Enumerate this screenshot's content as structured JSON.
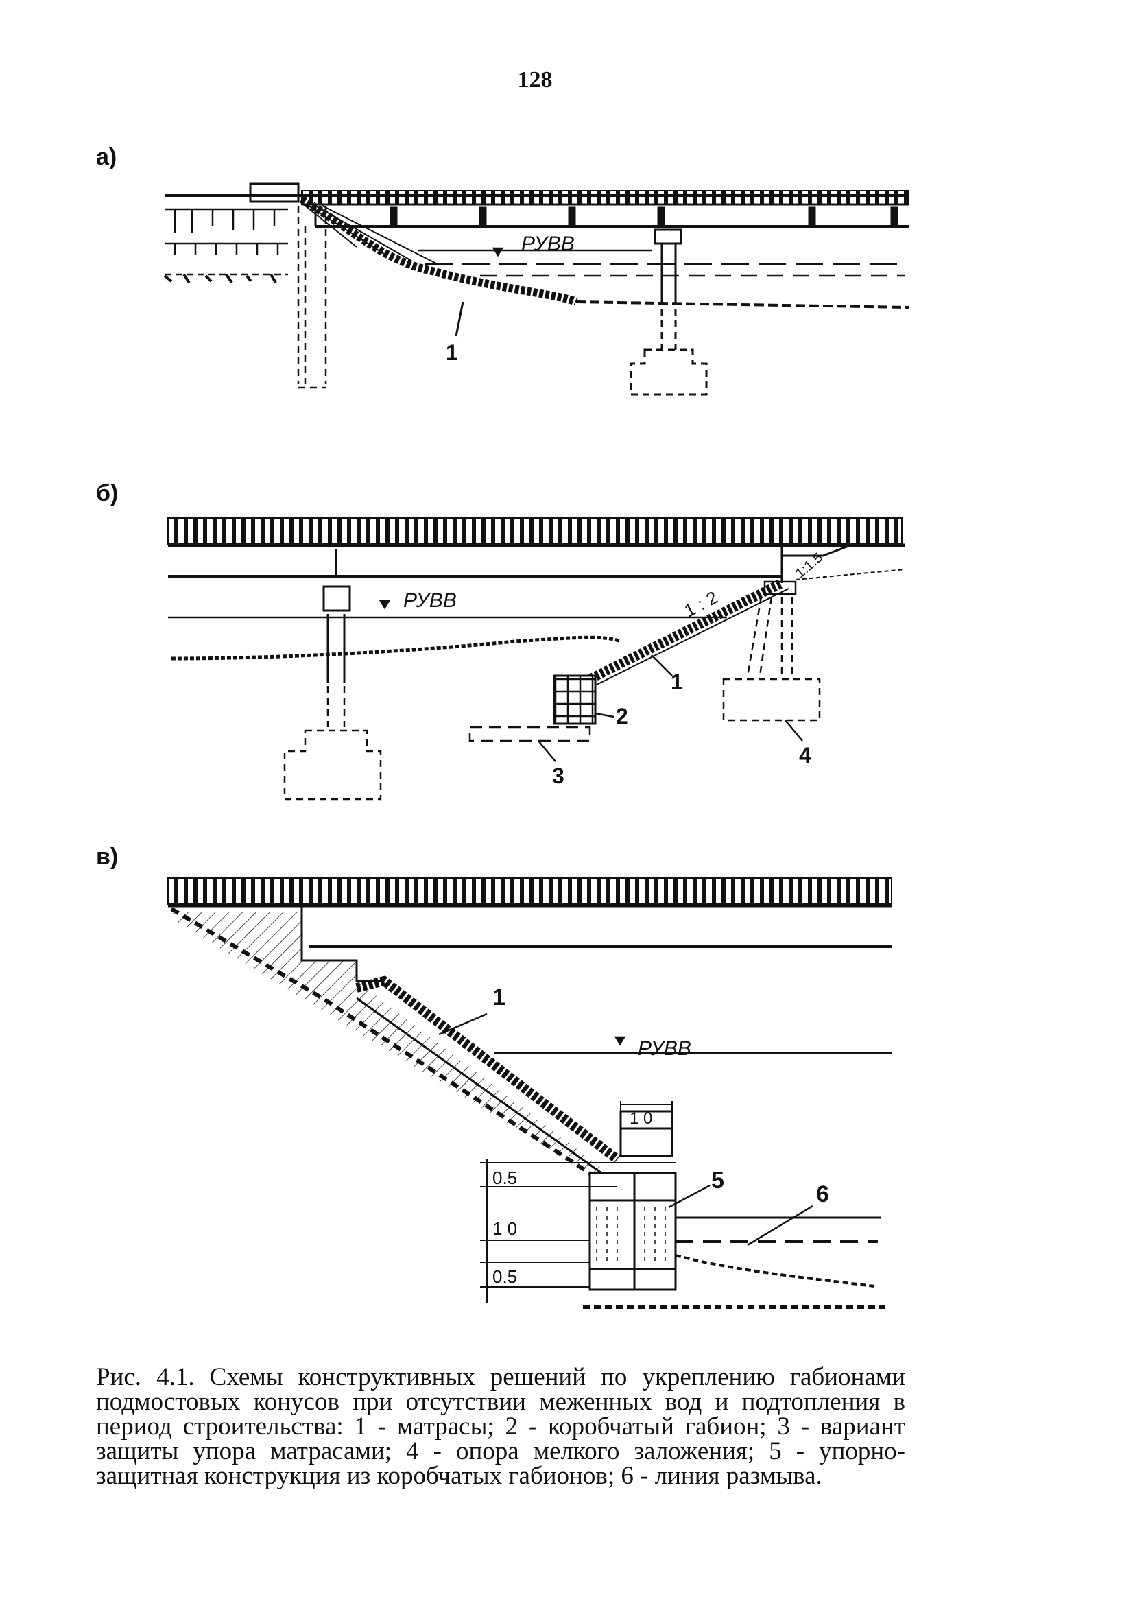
{
  "page": {
    "number": "128"
  },
  "figures": [
    {
      "label": "а)",
      "callouts": [
        "РУВВ",
        "1"
      ]
    },
    {
      "label": "б)",
      "callouts": [
        "РУВВ",
        "1 : 2",
        "1:1.5",
        "1",
        "2",
        "3",
        "4"
      ]
    },
    {
      "label": "в)",
      "callouts": [
        "1",
        "РУВВ",
        "1 0",
        "5",
        "6",
        "0.5",
        "1 0",
        "0.5"
      ]
    }
  ],
  "caption": "Рис. 4.1. Схемы конструктивных решений по укреплению габионами подмостовых конусов при отсутствии меженных вод и подтопления в период строительства: 1 - матрасы; 2 - коробчатый габион; 3 - вариант защиты упора матрасами; 4 - опора мелкого заложения; 5 - упорно-защитная конструкция из коробчатых габионов; 6 - линия размыва.",
  "colors": {
    "ink": "#111111",
    "paper": "#ffffff"
  }
}
